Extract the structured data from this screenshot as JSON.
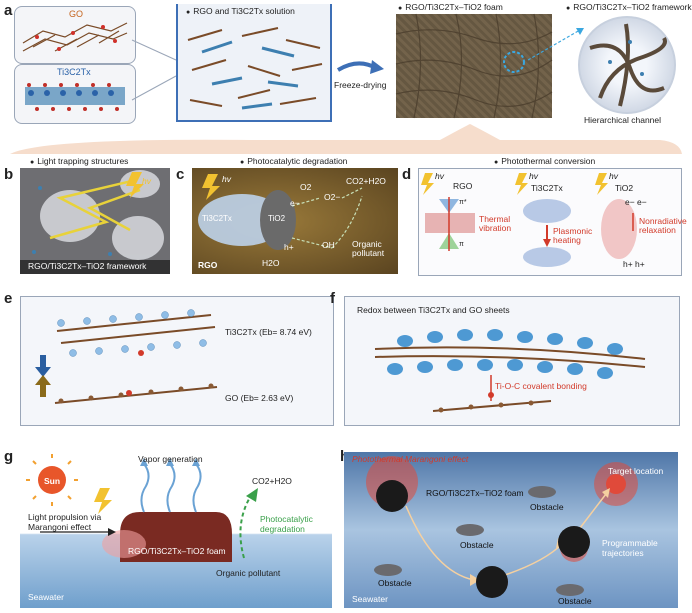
{
  "panels": {
    "a": {
      "letter": "a",
      "go_label": "GO",
      "ti_label": "Ti3C2Tx",
      "solution_title": "RGO and Ti3C2Tx solution",
      "freeze_label": "Freeze-drying",
      "foam_title": "RGO/Ti3C2Tx–TiO2 foam",
      "framework_title": "RGO/Ti3C2Tx–TiO2 framework",
      "hier_label": "Hierarchical channel"
    },
    "b": {
      "letter": "b",
      "title": "Light trapping structures",
      "hv": "hv",
      "caption": "RGO/Ti3C2Tx–TiO2 framework"
    },
    "c": {
      "letter": "c",
      "title": "Photocatalytic degradation",
      "hv": "hv",
      "ti3c2tx": "Ti3C2Tx",
      "tio2": "TiO2",
      "o2": "O2",
      "o2rad": "O2−",
      "eminus": "e−",
      "hplus": "h+",
      "co2": "CO2+H2O",
      "oh": "OH",
      "organic": "Organic pollutant",
      "h2o": "H2O",
      "rgo": "RGO"
    },
    "d": {
      "letter": "d",
      "title": "Photothermal conversion",
      "hv": "hv",
      "rgo": "RGO",
      "ti3c2tx": "Ti3C2Tx",
      "tio2": "TiO2",
      "pistar": "π*",
      "pi": "π",
      "thermal": "Thermal vibration",
      "plasmonic": "Plasmonic heating",
      "electrons": "e−  e−",
      "nonrad": "Nonradiative relaxation",
      "holes": "h+  h+"
    },
    "e": {
      "letter": "e",
      "ti_energy": "Ti3C2Tx (Eb= 8.74 eV)",
      "go_energy": "GO (Eb= 2.63 eV)"
    },
    "f": {
      "letter": "f",
      "title": "Redox between Ti3C2Tx and GO sheets",
      "bond": "Ti-O-C covalent bonding"
    },
    "g": {
      "letter": "g",
      "sun": "Sun",
      "vapor": "Vapor generation",
      "co2": "CO2+H2O",
      "propulsion": "Light propulsion via Marangoni effect",
      "foam": "RGO/Ti3C2Tx–TiO2 foam",
      "photocat": "Photocatalytic degradation",
      "organic": "Organic pollutant",
      "seawater": "Seawater"
    },
    "h": {
      "letter": "h",
      "title": "Photothermal Marangoni effect",
      "foam": "RGO/Ti3C2Tx–TiO2 foam",
      "target": "Target location",
      "obstacle": "Obstacle",
      "prog": "Programmable trajectories",
      "seawater": "Seawater"
    }
  },
  "colors": {
    "blue_frame": "#3d6fb6",
    "dark_panel": "#3a3a3a",
    "brown": "#6b4a2b",
    "red": "#d23a2a",
    "green": "#3aa04a",
    "sea": "#8fb4d8"
  }
}
